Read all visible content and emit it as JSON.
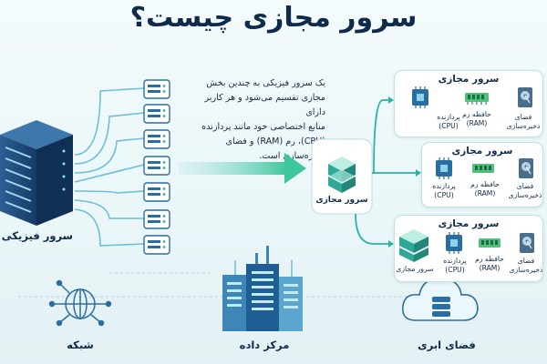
{
  "title": "سرور مجازی چیست؟",
  "description_lines": [
    "یک سرور فیزیکی به چندین بخش",
    "مجازی تقسیم می‌شود و هر کاربر دارای",
    "منابع اختصاصی خود مانند پردازنده",
    "(CPU)، رم (RAM) و فضای",
    "ذخیره‌سازی است."
  ],
  "physical_server_label": "سرور فیزیکی",
  "center_vps_label": "سرور مجازی",
  "cards": [
    {
      "title": "سرور مجازی",
      "cpu": "پردازنده\n(CPU)",
      "ram": "حافظه رم\n(RAM)",
      "storage": "فضای\nذخیره‌سازی"
    },
    {
      "title": "سرور مجازی",
      "cpu": "پردازنده\n(CPU)",
      "ram": "حافظه رم\n(RAM)",
      "storage": "فضای\nذخیره‌سازی"
    },
    {
      "title": "سرور مجازی",
      "server_label": "سرور مجازی",
      "cpu": "پردازنده\n(CPU)",
      "ram": "حافظه رم\n(RAM)",
      "storage": "فضای\nذخیره‌سازی"
    }
  ],
  "bottom": {
    "network": "شبکه",
    "datacenter": "مرکز داده",
    "cloud": "فضای ابری"
  },
  "icons": [
    "server-rack-icon",
    "server-stack-icon",
    "cpu-icon",
    "ram-icon",
    "hard-drive-icon",
    "globe-network-icon",
    "datacenter-building-icon",
    "cloud-storage-icon",
    "arrow-right-icon"
  ],
  "colors": {
    "accent_teal": "#2bb3a6",
    "navy": "#123a63",
    "light_blue": "#8fd3e8",
    "green": "#4fbf7a"
  }
}
